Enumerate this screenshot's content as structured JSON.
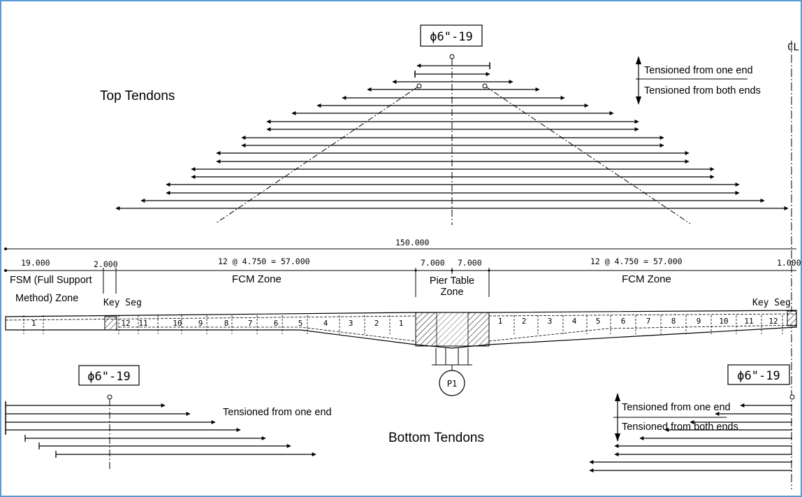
{
  "top_title": "Top Tendons",
  "bottom_title": "Bottom Tendons",
  "tendon_spec_top": "ϕ6\"-19",
  "tendon_spec_bottom_left": "ϕ6\"-19",
  "tendon_spec_bottom_right": "ϕ6\"-19",
  "centerline_label": "CL",
  "legend_top": {
    "one_end": "Tensioned from one end",
    "both_ends": "Tensioned from both ends"
  },
  "legend_bottom_left": {
    "one_end": "Tensioned from one end"
  },
  "legend_bottom_right": {
    "one_end": "Tensioned from one end",
    "both_ends": "Tensioned from both ends"
  },
  "dimensions": {
    "total": "150.000",
    "fsm_len": "19.000",
    "key_len": "2.000",
    "fcm_left": "12 @ 4.750 = 57.000",
    "pier_left": "7.000",
    "pier_right": "7.000",
    "fcm_right": "12 @ 4.750 = 57.000",
    "key_right": "1.000"
  },
  "zones": {
    "fsm_line1": "FSM (Full Support",
    "fsm_line2": "Method) Zone",
    "key_seg_left": "Key Seg",
    "fcm_left": "FCM Zone",
    "pier_line1": "Pier Table",
    "pier_line2": "Zone",
    "fcm_right": "FCM Zone",
    "key_seg_right": "Key Seg"
  },
  "pier_label": "P1",
  "segments_left": [
    "12",
    "11",
    "10",
    "9",
    "8",
    "7",
    "6",
    "5",
    "4",
    "3",
    "2",
    "1"
  ],
  "segments_right": [
    "1",
    "2",
    "3",
    "4",
    "5",
    "6",
    "7",
    "8",
    "9",
    "10",
    "11",
    "12"
  ],
  "fsm_segment_label": "1"
}
